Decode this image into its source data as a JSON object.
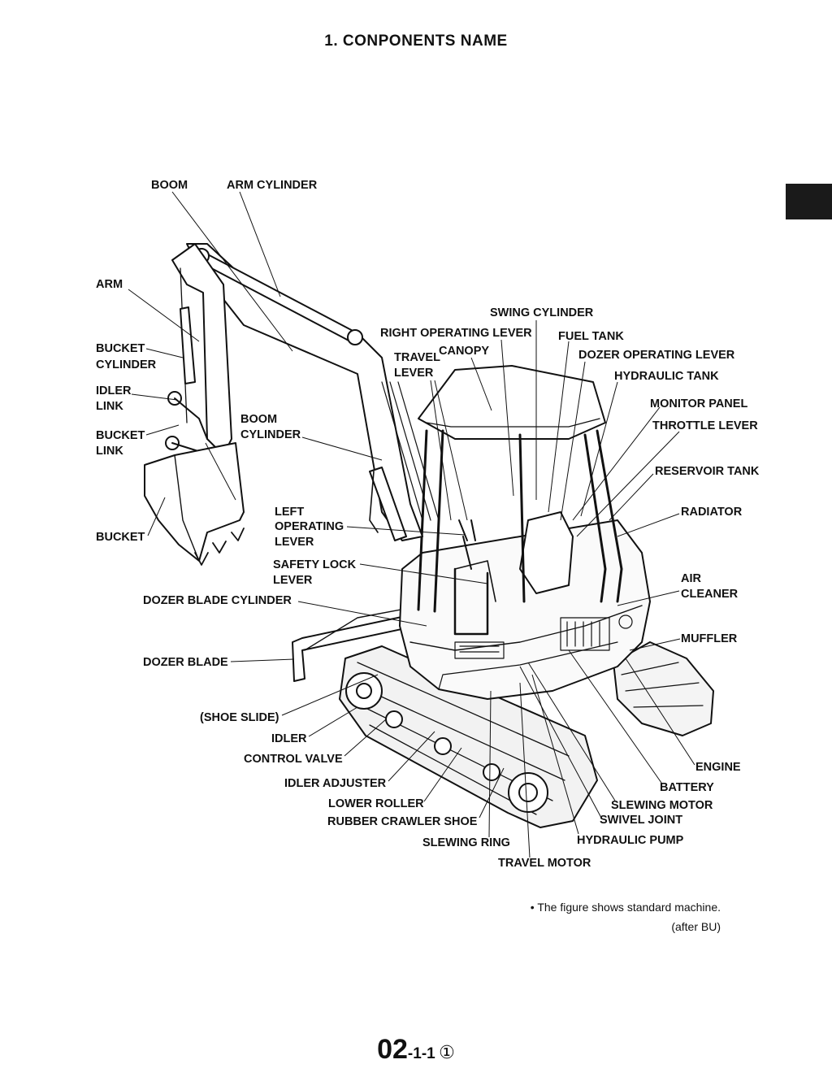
{
  "page": {
    "title": "1. CONPONENTS  NAME",
    "note_line1": "• The figure shows standard machine.",
    "note_line2": "(after BU)",
    "page_number_main": "02",
    "page_number_sub": "-1-1",
    "page_number_mark": "①"
  },
  "labels": {
    "boom": "BOOM",
    "arm_cylinder": "ARM CYLINDER",
    "arm": "ARM",
    "bucket_cylinder_1": "BUCKET",
    "bucket_cylinder_2": "CYLINDER",
    "idler_link_1": "IDLER",
    "idler_link_2": "LINK",
    "bucket_link_1": "BUCKET",
    "bucket_link_2": "LINK",
    "boom_cylinder_1": "BOOM",
    "boom_cylinder_2": "CYLINDER",
    "bucket": "BUCKET",
    "left_lever_1": "LEFT",
    "left_lever_2": "OPERATING",
    "left_lever_3": "LEVER",
    "safety_lock_1": "SAFETY LOCK",
    "safety_lock_2": "LEVER",
    "dozer_blade_cylinder": "DOZER BLADE CYLINDER",
    "dozer_blade": "DOZER BLADE",
    "shoe_slide": "(SHOE SLIDE)",
    "idler": "IDLER",
    "control_valve": "CONTROL VALVE",
    "idler_adjuster": "IDLER ADJUSTER",
    "lower_roller": "LOWER ROLLER",
    "rubber_crawler_shoe": "RUBBER CRAWLER SHOE",
    "slewing_ring": "SLEWING RING",
    "travel_motor": "TRAVEL MOTOR",
    "hydraulic_pump": "HYDRAULIC PUMP",
    "swivel_joint": "SWIVEL JOINT",
    "slewing_motor": "SLEWING MOTOR",
    "battery": "BATTERY",
    "engine": "ENGINE",
    "muffler": "MUFFLER",
    "air_cleaner_1": "AIR",
    "air_cleaner_2": "CLEANER",
    "radiator": "RADIATOR",
    "reservoir_tank": "RESERVOIR TANK",
    "throttle_lever": "THROTTLE LEVER",
    "monitor_panel": "MONITOR PANEL",
    "hydraulic_tank": "HYDRAULIC TANK",
    "dozer_operating_lever": "DOZER OPERATING LEVER",
    "fuel_tank": "FUEL TANK",
    "swing_cylinder": "SWING CYLINDER",
    "right_operating_lever": "RIGHT OPERATING LEVER",
    "travel_lever_1": "TRAVEL",
    "travel_lever_2": "LEVER",
    "canopy": "CANOPY"
  }
}
